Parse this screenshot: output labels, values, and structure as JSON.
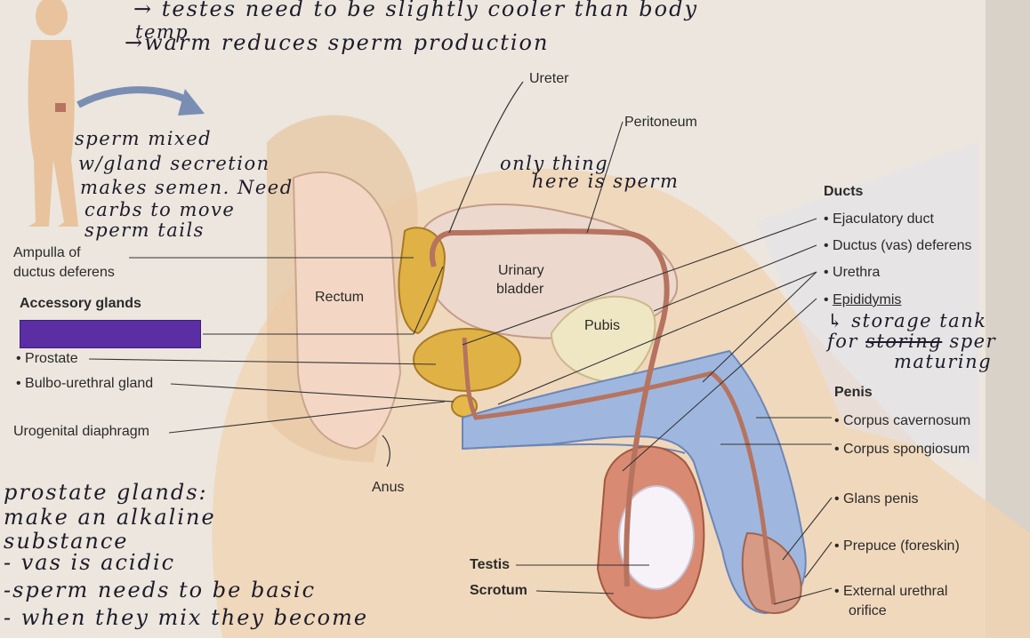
{
  "colors": {
    "background": "#ece6de",
    "redaction": "#5b2ea3",
    "skin": "#f1d3b0",
    "vessel": "#b6735f",
    "erectile_tissue": "#9fb7de",
    "bone": "#efe6c4",
    "gland": "#e0b245",
    "testis": "#f6f2f8",
    "ink": "#1c1c2a"
  },
  "labels": {
    "ureter": "Ureter",
    "peritoneum": "Peritoneum",
    "ducts_heading": "Ducts",
    "ejaculatory_duct": "• Ejaculatory duct",
    "ductus_deferens": "• Ductus (vas) deferens",
    "urethra": "• Urethra",
    "epididymis": "Epididymis",
    "epididymis_bullet": "•",
    "ampulla_line1": "Ampulla of",
    "ampulla_line2": "ductus deferens",
    "accessory_glands": "Accessory glands",
    "prostate": "• Prostate",
    "bulbo_urethral": "• Bulbo-urethral gland",
    "urogenital_diaphragm": "Urogenital diaphragm",
    "rectum": "Rectum",
    "urinary_bladder_line1": "Urinary",
    "urinary_bladder_line2": "bladder",
    "pubis": "Pubis",
    "anus": "Anus",
    "penis_heading": "Penis",
    "corpus_cavernosum": "• Corpus cavernosum",
    "corpus_spongiosum": "• Corpus spongiosum",
    "glans_penis": "• Glans penis",
    "prepuce": "• Prepuce (foreskin)",
    "external_urethral_line1": "• External urethral",
    "external_urethral_line2": "orifice",
    "testis": "Testis",
    "scrotum": "Scrotum"
  },
  "handwritten": {
    "top_line1": "→ testes need to be slightly cooler than body",
    "top_line2": "temp",
    "top_line3": "→warm reduces sperm production",
    "sperm_line1": "sperm mixed",
    "sperm_line2": "w/gland secretion",
    "sperm_line3": "makes semen. Need",
    "sperm_line4": "carbs to move",
    "sperm_line5": "sperm tails",
    "only_line1": "only thing",
    "only_line2": "here is sperm",
    "epi_line1": "↳ storage tank",
    "epi_line2_a": "for",
    "epi_line2_struck": "storing",
    "epi_line2_b": "sper",
    "epi_line3": "maturing",
    "prostate_line1": "prostate glands:",
    "prostate_line2": "make an alkaline",
    "prostate_line3": "substance",
    "prostate_line4": "- vas is acidic",
    "prostate_line5": "-sperm needs to be basic",
    "prostate_line6": "- when they mix they become"
  }
}
